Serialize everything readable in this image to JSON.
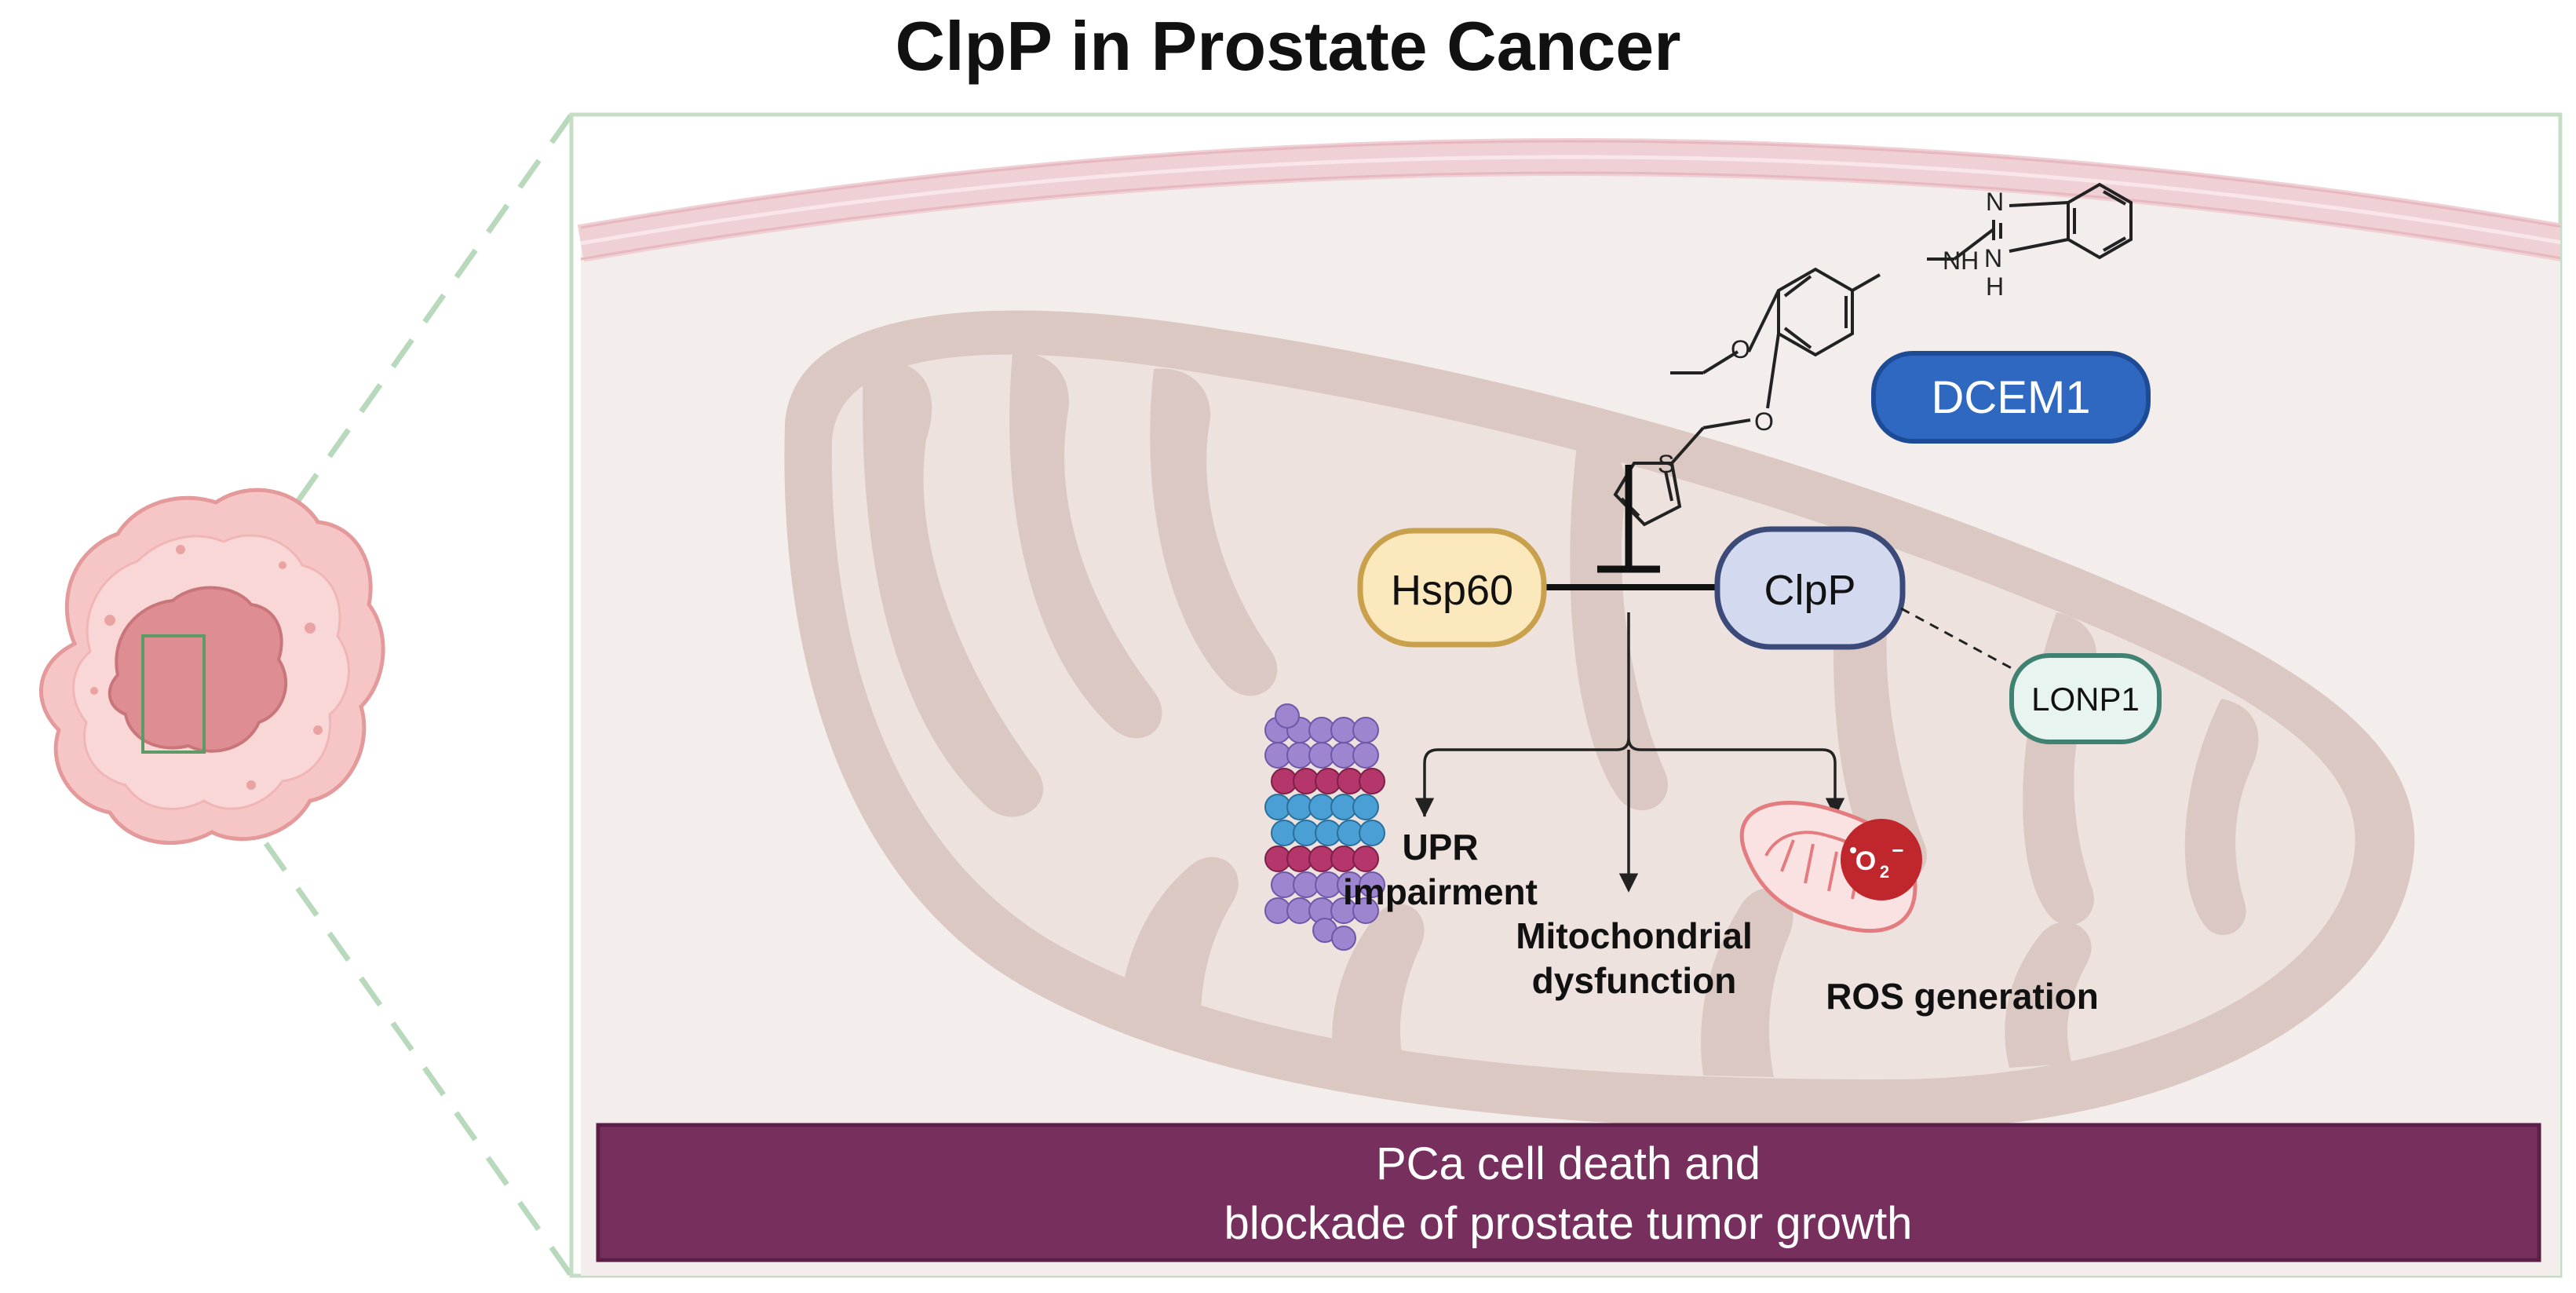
{
  "title": "ClpP in Prostate Cancer",
  "nodes": {
    "hsp60": "Hsp60",
    "clpp": "ClpP",
    "lonp1": "LONP1",
    "drug": "DCEM1"
  },
  "molecule": {
    "nh": "NH",
    "n_top": "N",
    "n_bottom": "N",
    "h_bottom": "H",
    "o_ether": "O",
    "o_link": "O",
    "s": "S"
  },
  "outcomes": {
    "upr_line1": "UPR",
    "upr_line2": "impairment",
    "mito_line1": "Mitochondrial",
    "mito_line2": "dysfunction",
    "ros": "ROS generation",
    "superoxide_main": "O",
    "superoxide_sub": "2",
    "superoxide_charge": "−"
  },
  "result": {
    "line1": "PCa cell death and",
    "line2": "blockade of prostate tumor growth"
  },
  "colors": {
    "title": "#111111",
    "frame": "#c5dcc5",
    "zoom_lines": "#b9d9bc",
    "membrane": "#efd0d4",
    "cytoplasm": "#f3edeb",
    "mito_outer": "#dbc8c3",
    "mito_inner": "#ede2de",
    "hsp60_fill": "#fbe9bd",
    "hsp60_stroke": "#c9a14c",
    "clpp_fill": "#d3d9ee",
    "clpp_stroke": "#3c4a7a",
    "lonp1_fill": "#e7f4f0",
    "lonp1_stroke": "#3f8272",
    "drug_fill": "#2f68c0",
    "drug_stroke": "#1d4b96",
    "result_fill": "#77305e",
    "result_stroke": "#5a1f46",
    "ros_red": "#c0272d"
  }
}
